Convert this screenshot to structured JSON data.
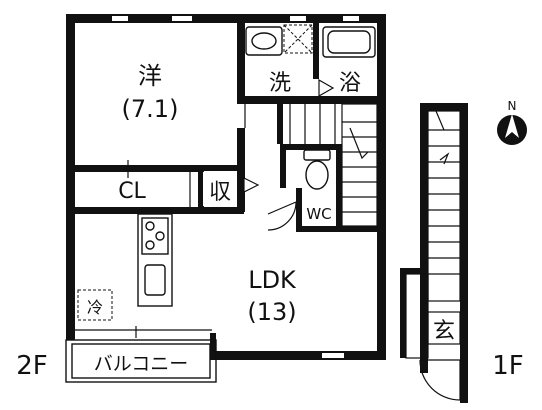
{
  "rooms": {
    "western": {
      "name": "洋",
      "size": "(7.1)"
    },
    "closet": "CL",
    "storage": "収",
    "washroom": "洗",
    "bath": "浴",
    "toilet": "WC",
    "ldk": {
      "name": "LDK",
      "size": "(13)"
    },
    "fridge": "冷",
    "balcony": "バルコニー",
    "entrance": "玄"
  },
  "floors": {
    "second": "2F",
    "first": "1F"
  },
  "compass": {
    "label": "N"
  }
}
